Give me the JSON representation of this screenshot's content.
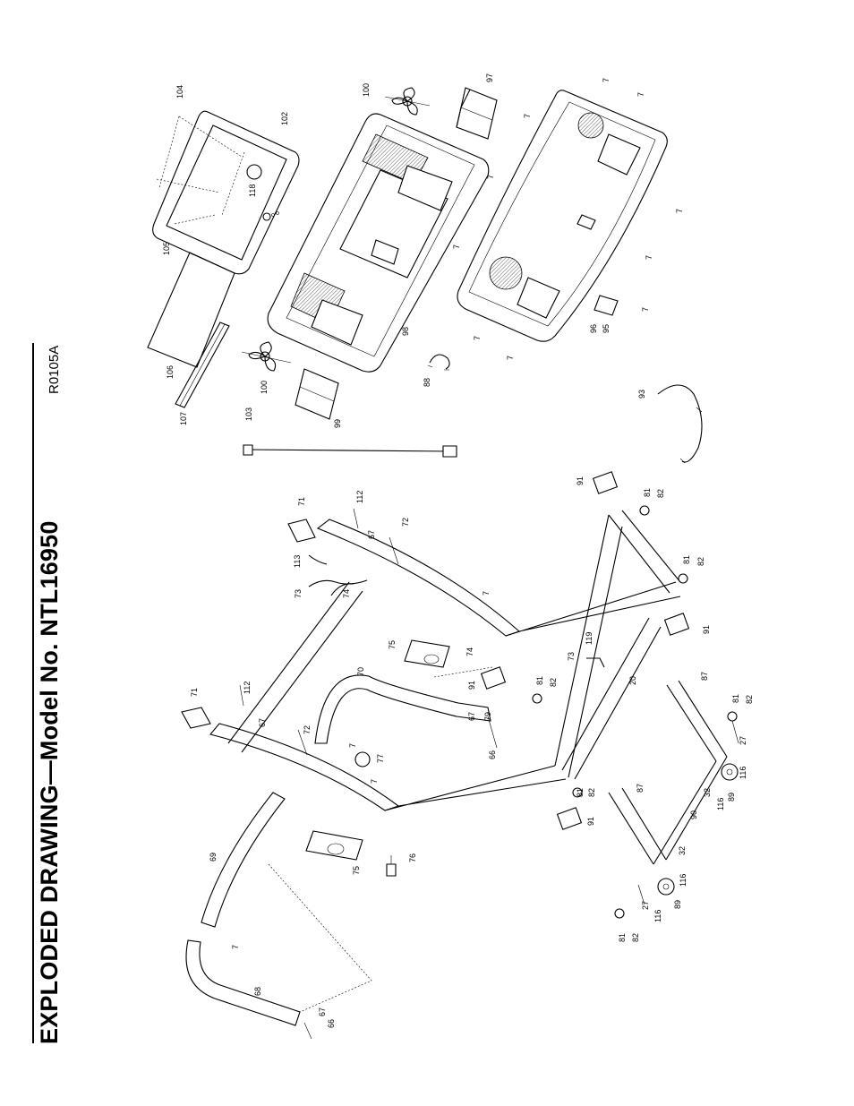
{
  "header": {
    "title": "EXPLODED DRAWING—Model No. NTL16950",
    "revision": "R0105A"
  },
  "callouts": [
    {
      "id": "c104",
      "label": "104"
    },
    {
      "id": "c102",
      "label": "102"
    },
    {
      "id": "c118",
      "label": "118"
    },
    {
      "id": "c105",
      "label": "105"
    },
    {
      "id": "c106",
      "label": "106"
    },
    {
      "id": "c107",
      "label": "107"
    },
    {
      "id": "c100a",
      "label": "100"
    },
    {
      "id": "c100b",
      "label": "100"
    },
    {
      "id": "c97",
      "label": "97"
    },
    {
      "id": "c98",
      "label": "98"
    },
    {
      "id": "c99",
      "label": "99"
    },
    {
      "id": "c88",
      "label": "88"
    },
    {
      "id": "c103",
      "label": "103"
    },
    {
      "id": "c96",
      "label": "96"
    },
    {
      "id": "c95",
      "label": "95"
    },
    {
      "id": "c93",
      "label": "93"
    },
    {
      "id": "c7a",
      "label": "7"
    },
    {
      "id": "c7b",
      "label": "7"
    },
    {
      "id": "c7c",
      "label": "7"
    },
    {
      "id": "c7d",
      "label": "7"
    },
    {
      "id": "c7e",
      "label": "7"
    },
    {
      "id": "c7f",
      "label": "7"
    },
    {
      "id": "c7g",
      "label": "7"
    },
    {
      "id": "c7h",
      "label": "7"
    },
    {
      "id": "c7i",
      "label": "7"
    },
    {
      "id": "c7j",
      "label": "7"
    },
    {
      "id": "c7k",
      "label": "7"
    },
    {
      "id": "c7l",
      "label": "7"
    },
    {
      "id": "c7m",
      "label": "7"
    },
    {
      "id": "c7n",
      "label": "7"
    },
    {
      "id": "c91a",
      "label": "91"
    },
    {
      "id": "c91b",
      "label": "91"
    },
    {
      "id": "c91c",
      "label": "91"
    },
    {
      "id": "c91d",
      "label": "91"
    },
    {
      "id": "c81a",
      "label": "81"
    },
    {
      "id": "c81b",
      "label": "81"
    },
    {
      "id": "c81c",
      "label": "81"
    },
    {
      "id": "c81d",
      "label": "81"
    },
    {
      "id": "c81e",
      "label": "81"
    },
    {
      "id": "c81f",
      "label": "81"
    },
    {
      "id": "c82a",
      "label": "82"
    },
    {
      "id": "c82b",
      "label": "82"
    },
    {
      "id": "c82c",
      "label": "82"
    },
    {
      "id": "c82d",
      "label": "82"
    },
    {
      "id": "c82e",
      "label": "82"
    },
    {
      "id": "c82f",
      "label": "82"
    },
    {
      "id": "c71a",
      "label": "71"
    },
    {
      "id": "c71b",
      "label": "71"
    },
    {
      "id": "c112a",
      "label": "112"
    },
    {
      "id": "c112b",
      "label": "112"
    },
    {
      "id": "c67a",
      "label": "67"
    },
    {
      "id": "c67b",
      "label": "67"
    },
    {
      "id": "c67c",
      "label": "67"
    },
    {
      "id": "c67d",
      "label": "67"
    },
    {
      "id": "c72a",
      "label": "72"
    },
    {
      "id": "c72b",
      "label": "72"
    },
    {
      "id": "c113",
      "label": "113"
    },
    {
      "id": "c73a",
      "label": "73"
    },
    {
      "id": "c73b",
      "label": "73"
    },
    {
      "id": "c74a",
      "label": "74"
    },
    {
      "id": "c74b",
      "label": "74"
    },
    {
      "id": "c75a",
      "label": "75"
    },
    {
      "id": "c75b",
      "label": "75"
    },
    {
      "id": "c119",
      "label": "119"
    },
    {
      "id": "c70",
      "label": "70"
    },
    {
      "id": "c79",
      "label": "79"
    },
    {
      "id": "c66a",
      "label": "66"
    },
    {
      "id": "c66b",
      "label": "66"
    },
    {
      "id": "c77",
      "label": "77"
    },
    {
      "id": "c76",
      "label": "76"
    },
    {
      "id": "c69",
      "label": "69"
    },
    {
      "id": "c68",
      "label": "68"
    },
    {
      "id": "c20",
      "label": "20"
    },
    {
      "id": "c87a",
      "label": "87"
    },
    {
      "id": "c87b",
      "label": "87"
    },
    {
      "id": "c27a",
      "label": "27"
    },
    {
      "id": "c27b",
      "label": "27"
    },
    {
      "id": "c116a",
      "label": "116"
    },
    {
      "id": "c116b",
      "label": "116"
    },
    {
      "id": "c116c",
      "label": "116"
    },
    {
      "id": "c116d",
      "label": "116"
    },
    {
      "id": "c89a",
      "label": "89"
    },
    {
      "id": "c89b",
      "label": "89"
    },
    {
      "id": "c32a",
      "label": "32"
    },
    {
      "id": "c32b",
      "label": "32"
    },
    {
      "id": "c90",
      "label": "90"
    }
  ]
}
